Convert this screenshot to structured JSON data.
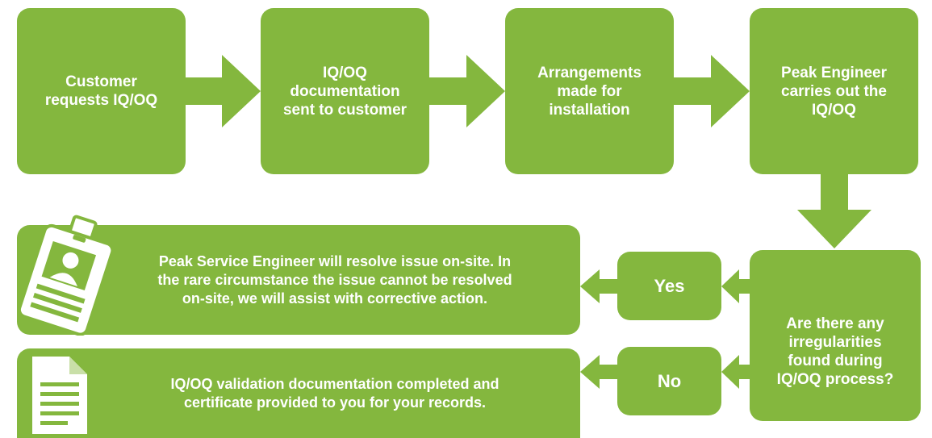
{
  "colors": {
    "box": "#84b73e",
    "arrow": "#84b73e",
    "text": "#ffffff"
  },
  "steps": [
    {
      "label": "Customer\nrequests IQ/OQ"
    },
    {
      "label": "IQ/OQ\ndocumentation\nsent to customer"
    },
    {
      "label": "Arrangements\nmade for\ninstallation"
    },
    {
      "label": "Peak Engineer\ncarries out the\nIQ/OQ"
    }
  ],
  "decision": {
    "label": "Are there any\nirregularities\nfound during\nIQ/OQ process?"
  },
  "branches": {
    "yes_label": "Yes",
    "no_label": "No"
  },
  "results": {
    "yes": "Peak Service Engineer will resolve issue on-site. In\nthe rare circumstance the issue cannot be resolved\non-site, we will assist with corrective action.",
    "no": "IQ/OQ validation documentation completed and\ncertificate provided to you for your records."
  },
  "icons": {
    "yes_result": "id-badge-icon",
    "no_result": "document-icon"
  }
}
